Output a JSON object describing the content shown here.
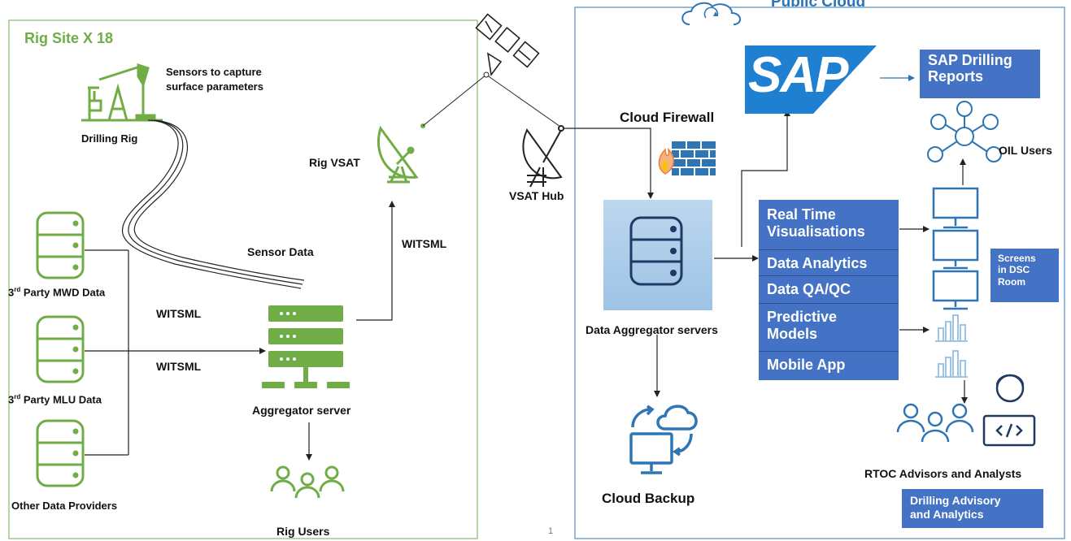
{
  "rig_site": {
    "title": "Rig Site X 18",
    "sensors_note": [
      "Sensors to capture",
      "surface parameters"
    ],
    "drilling_rig": "Drilling Rig",
    "sensor_data": "Sensor Data",
    "rig_vsat": "Rig VSAT",
    "witsml_uplink": "WITSML",
    "witsml_1": "WITSML",
    "witsml_2": "WITSML",
    "mwd_data": {
      "prefix": "3",
      "sup": "rd",
      "suffix": " Party MWD Data"
    },
    "mlu_data": {
      "prefix": "3",
      "sup": "rd",
      "suffix": " Party MLU Data"
    },
    "other_providers": "Other Data Providers",
    "aggregator_server": "Aggregator server",
    "rig_users": "Rig Users"
  },
  "vsat_hub": "VSAT Hub",
  "public_cloud": {
    "title": "Public Cloud",
    "firewall": "Cloud Firewall",
    "sap_logo": "SAP",
    "sap_reports": [
      "SAP Drilling",
      "Reports"
    ],
    "aggregator_servers": "Data Aggregator servers",
    "cloud_backup": "Cloud Backup",
    "services": [
      [
        "Real Time",
        "Visualisations"
      ],
      [
        "Data Analytics"
      ],
      [
        "Data QA/QC"
      ],
      [
        "Predictive",
        "Models"
      ],
      [
        "Mobile App"
      ]
    ],
    "oil_users": "OIL Users",
    "screens": [
      "Screens",
      "in DSC",
      "Room"
    ],
    "rtoc": "RTOC Advisors and Analysts",
    "advisory": [
      "Drilling Advisory",
      "and Analytics"
    ]
  },
  "page_number": "1",
  "colors": {
    "green": "#70ad47",
    "blue": "#4472c4",
    "cloud_blue": "#2e75b6",
    "sap_blue": "#1f7fd0"
  },
  "icons": [
    "oil-pumpjack-icon",
    "database-icon",
    "server-rack-icon",
    "users-group-icon",
    "satellite-icon",
    "satellite-dish-icon",
    "firewall-icon",
    "cloud-sync-icon",
    "cloud-backup-icon",
    "monitor-icon",
    "bar-chart-icon",
    "network-users-icon",
    "developer-icon"
  ]
}
